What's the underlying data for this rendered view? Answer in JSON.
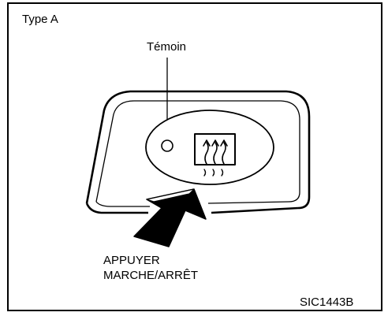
{
  "figure": {
    "type_label": "Type A",
    "indicator_label": "Témoin",
    "press_line1": "APPUYER",
    "press_line2": "MARCHE/ARRÊT",
    "figure_code": "SIC1443B",
    "icons": {
      "button": "rear-defroster-icon",
      "indicator": "indicator-light-icon",
      "arrow": "press-arrow-icon"
    },
    "colors": {
      "line": "#000000",
      "background": "#ffffff"
    }
  }
}
